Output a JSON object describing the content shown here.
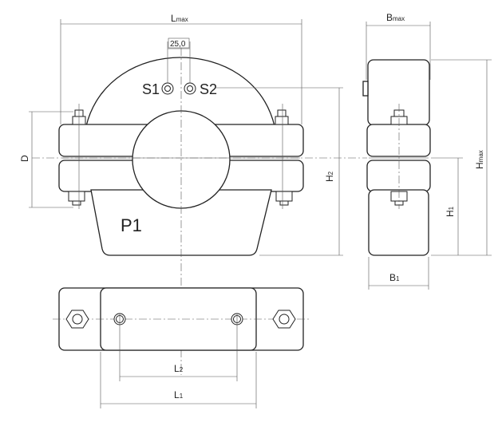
{
  "drawing": {
    "labels": {
      "l_max": "L",
      "l_max_sub": "max",
      "b_max": "B",
      "b_max_sub": "max",
      "h_max": "H",
      "h_max_sub": "max",
      "d": "D",
      "h2": "H",
      "h2_sub": "2",
      "h1": "H",
      "h1_sub": "1",
      "b1": "B",
      "b1_sub": "1",
      "l1": "L",
      "l1_sub": "1",
      "l2": "L",
      "l2_sub": "2",
      "terminal_spacing": "25,0",
      "terminal_s1": "S1",
      "terminal_s2": "S2",
      "model": "P1"
    }
  }
}
